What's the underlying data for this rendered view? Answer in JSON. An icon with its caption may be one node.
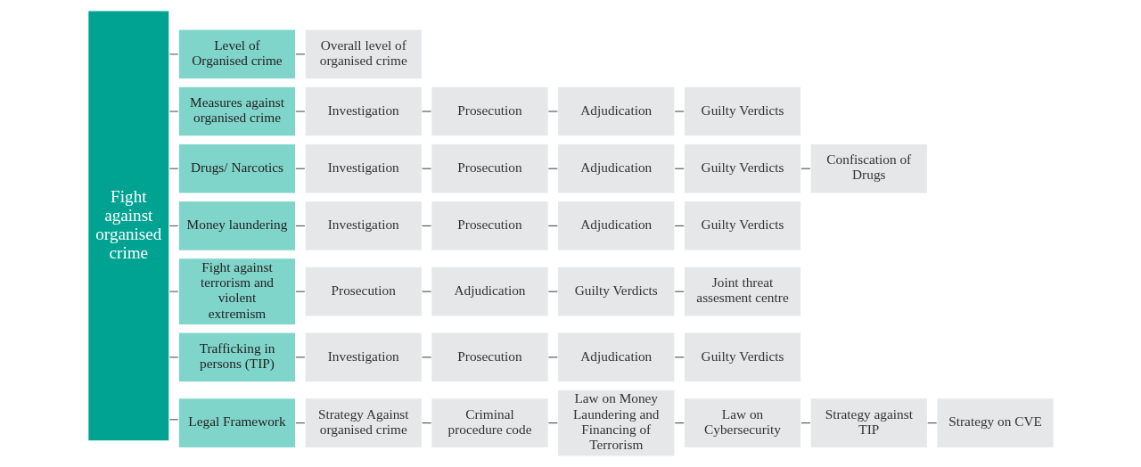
{
  "diagram": {
    "nodes": [
      {
        "text": [
          "Fight against organised crime"
        ]
      },
      {
        "text": [
          "Level of Organised crime"
        ]
      },
      {
        "text": [
          "Overall level of organised crime"
        ]
      },
      {
        "text": [
          "Measures against organised crime"
        ]
      },
      {
        "text": [
          "Investigation"
        ]
      },
      {
        "text": [
          "Prosecution"
        ]
      },
      {
        "text": [
          "Adjudication"
        ]
      },
      {
        "text": [
          "Guilty Verdicts"
        ]
      },
      {
        "text": [
          "Drugs/ Narcotics"
        ]
      },
      {
        "text": [
          "Investigation"
        ]
      },
      {
        "text": [
          "Prosecution"
        ]
      },
      {
        "text": [
          "Adjudication"
        ]
      },
      {
        "text": [
          "Guilty Verdicts"
        ]
      },
      {
        "text": [
          "Confiscation of Drugs"
        ]
      },
      {
        "text": [
          "Money laundering"
        ]
      },
      {
        "text": [
          "Investigation"
        ]
      },
      {
        "text": [
          "Prosecution"
        ]
      },
      {
        "text": [
          "Adjudication"
        ]
      },
      {
        "text": [
          "Guilty Verdicts"
        ]
      },
      {
        "text": [
          "Fight against terrorism and violent extremism"
        ]
      },
      {
        "text": [
          "Prosecution"
        ]
      },
      {
        "text": [
          "Adjudication"
        ]
      },
      {
        "text": [
          "Guilty Verdicts"
        ]
      },
      {
        "text": [
          "Joint threat assesment centre"
        ]
      },
      {
        "text": [
          "Trafficking in persons (TIP)"
        ]
      },
      {
        "text": [
          "Investigation"
        ]
      },
      {
        "text": [
          "Prosecution"
        ]
      },
      {
        "text": [
          "Adjudication"
        ]
      },
      {
        "text": [
          "Guilty Verdicts"
        ]
      },
      {
        "text": [
          "Legal Framework"
        ]
      },
      {
        "text": [
          "Strategy Against organised crime"
        ]
      },
      {
        "text": [
          "Criminal procedure code"
        ]
      },
      {
        "text": [
          "Law on Money Laundering and Financing of Terrorism"
        ]
      },
      {
        "text": [
          "Law on Cybersecurity"
        ]
      },
      {
        "text": [
          "Strategy against TIP"
        ]
      },
      {
        "text": [
          "Strategy on CVE"
        ]
      }
    ],
    "edges": [
      {
        "from": 0,
        "to": 1,
        "arrow": "none"
      },
      {
        "from": 1,
        "to": 2,
        "arrow": "none"
      },
      {
        "from": 0,
        "to": 3,
        "arrow": "none"
      },
      {
        "from": 3,
        "to": 4,
        "arrow": "none"
      },
      {
        "from": 4,
        "to": 5,
        "arrow": "none"
      },
      {
        "from": 5,
        "to": 6,
        "arrow": "none"
      },
      {
        "from": 6,
        "to": 7,
        "arrow": "none"
      },
      {
        "from": 0,
        "to": 8,
        "arrow": "none"
      },
      {
        "from": 8,
        "to": 9,
        "arrow": "none"
      },
      {
        "from": 9,
        "to": 10,
        "arrow": "none"
      },
      {
        "from": 10,
        "to": 11,
        "arrow": "none"
      },
      {
        "from": 11,
        "to": 12,
        "arrow": "none"
      },
      {
        "from": 12,
        "to": 13,
        "arrow": "none"
      },
      {
        "from": 0,
        "to": 14,
        "arrow": "none"
      },
      {
        "from": 14,
        "to": 15,
        "arrow": "none"
      },
      {
        "from": 15,
        "to": 16,
        "arrow": "none"
      },
      {
        "from": 16,
        "to": 17,
        "arrow": "none"
      },
      {
        "from": 17,
        "to": 18,
        "arrow": "none"
      },
      {
        "from": 0,
        "to": 19,
        "arrow": "none"
      },
      {
        "from": 19,
        "to": 20,
        "arrow": "none"
      },
      {
        "from": 20,
        "to": 21,
        "arrow": "none"
      },
      {
        "from": 21,
        "to": 22,
        "arrow": "none"
      },
      {
        "from": 22,
        "to": 23,
        "arrow": "none"
      },
      {
        "from": 0,
        "to": 24,
        "arrow": "none"
      },
      {
        "from": 24,
        "to": 25,
        "arrow": "none"
      },
      {
        "from": 25,
        "to": 26,
        "arrow": "none"
      },
      {
        "from": 26,
        "to": 27,
        "arrow": "none"
      },
      {
        "from": 27,
        "to": 28,
        "arrow": "none"
      },
      {
        "from": 0,
        "to": 29,
        "arrow": "none"
      },
      {
        "from": 29,
        "to": 30,
        "arrow": "none"
      },
      {
        "from": 30,
        "to": 31,
        "arrow": "none"
      },
      {
        "from": 31,
        "to": 32,
        "arrow": "none"
      },
      {
        "from": 32,
        "to": 33,
        "arrow": "none"
      },
      {
        "from": 33,
        "to": 34,
        "arrow": "none"
      },
      {
        "from": 34,
        "to": 35,
        "arrow": "none"
      }
    ]
  }
}
